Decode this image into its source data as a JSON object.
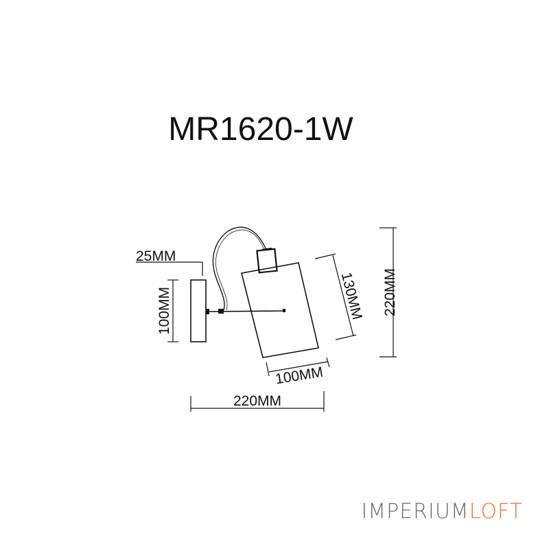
{
  "title": "MR1620-1W",
  "dimensions": {
    "base_depth": "25MM",
    "base_height": "100MM",
    "shade_height": "130MM",
    "total_height": "220MM",
    "shade_width": "100MM",
    "total_width": "220MM"
  },
  "brand": {
    "part1": "IMPERIUM",
    "part2": "LOFT"
  },
  "colors": {
    "line": "#111111",
    "brand_gray": "#6e6e6e",
    "brand_orange": "#e8753a"
  }
}
